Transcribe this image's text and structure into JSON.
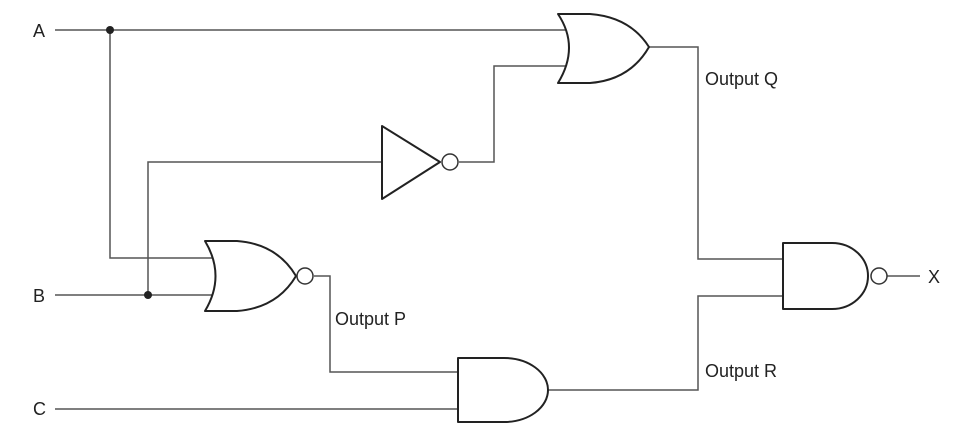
{
  "inputs": {
    "a": "A",
    "b": "B",
    "c": "C"
  },
  "output": "X",
  "intermediate": {
    "p": "Output P",
    "q": "Output Q",
    "r": "Output R"
  }
}
